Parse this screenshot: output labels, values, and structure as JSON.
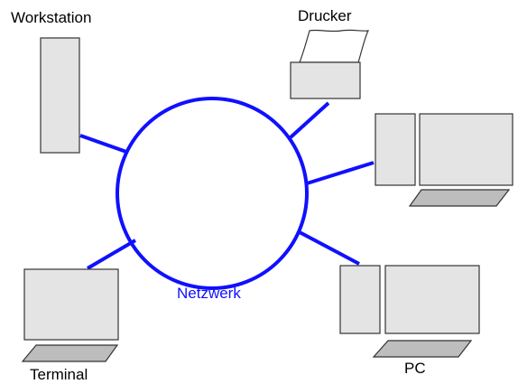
{
  "labels": {
    "workstation": "Workstation",
    "drucker": "Drucker",
    "terminal": "Terminal",
    "pc": "PC",
    "netzwerk": "Netzwerk"
  },
  "colors": {
    "network": "#1010ff",
    "device_fill": "#e4e4e4",
    "device_stroke": "#333333",
    "keyboard_fill": "#bdbdbd",
    "label_text": "#000000"
  }
}
